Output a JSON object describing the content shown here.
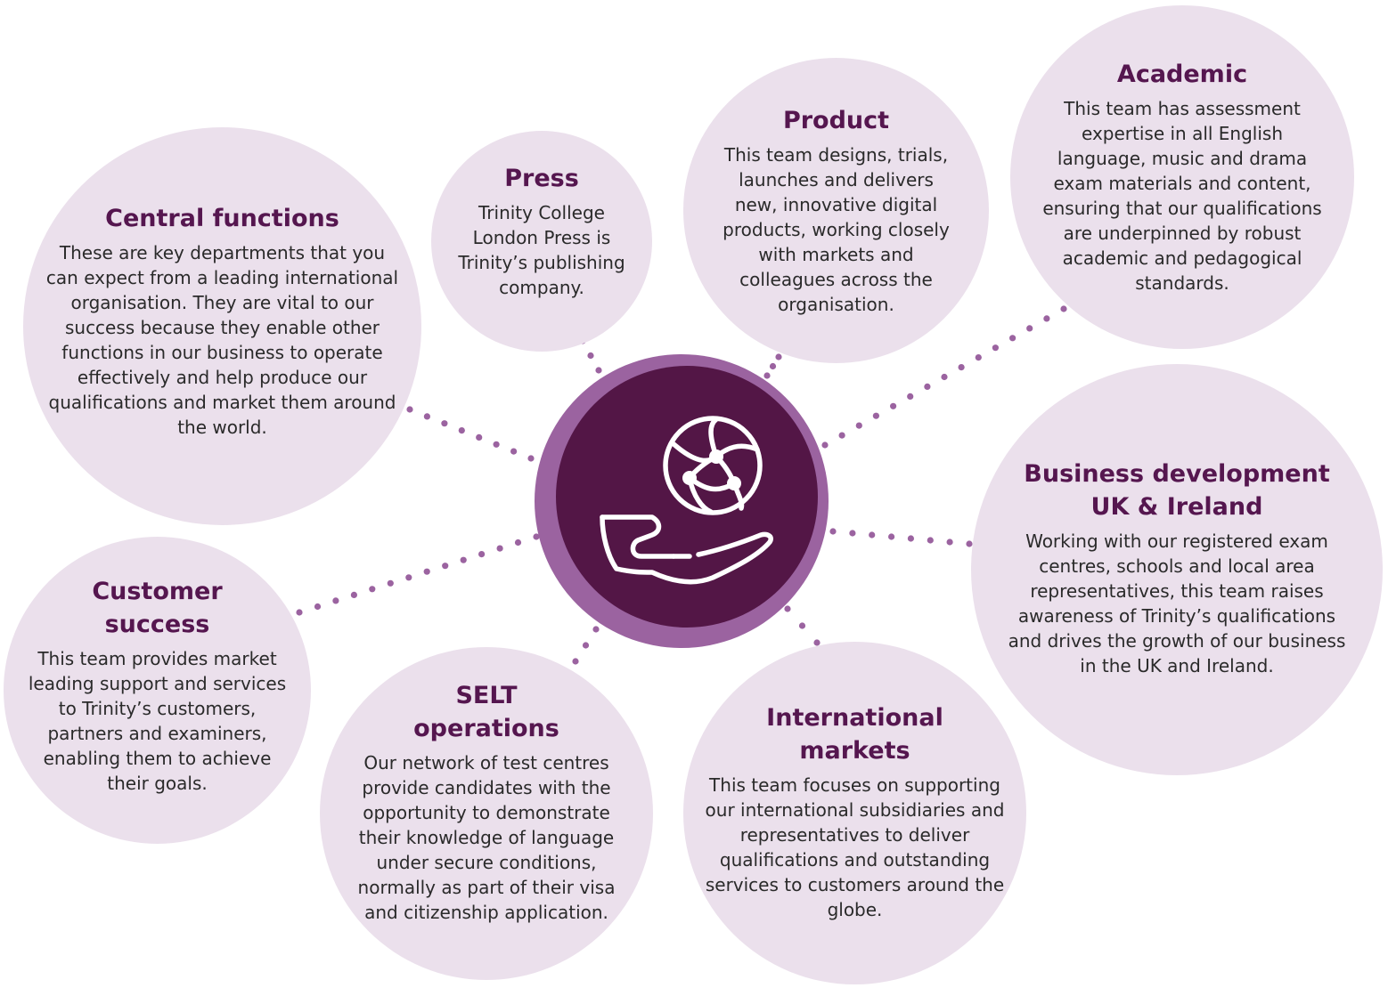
{
  "colors": {
    "bubble_fill": "#ebe0ec",
    "title": "#55164f",
    "hub_ring": "#9b63a0",
    "hub_core": "#531646",
    "dots": "#9b63a0",
    "body_text": "#2a2a2a"
  },
  "hub": {
    "icon": "hand-holding-globe-icon"
  },
  "teams": {
    "central": {
      "title": "Central functions",
      "body": "These are key departments that you can expect from a leading international organisation. They are vital to our success because they enable other functions in our business to operate effectively and help produce our qualifications and market them around the world."
    },
    "press": {
      "title": "Press",
      "body": "Trinity College London Press is Trinity’s publishing company."
    },
    "product": {
      "title": "Product",
      "body": "This team designs, trials, launches and delivers new, innovative digital products, working closely with markets and colleagues across the organisation."
    },
    "academic": {
      "title": "Academic",
      "body": "This team has assessment expertise in all English language, music and drama exam materials and content, ensuring that our qualifications are underpinned by robust academic and pedagogical standards."
    },
    "business": {
      "title": "Business development UK & Ireland",
      "body": "Working with our registered exam centres, schools and local area representatives, this team raises awareness of Trinity’s qualifications and drives the growth of our business in the UK and Ireland."
    },
    "customer": {
      "title": "Customer success",
      "body": "This team provides market leading support and services to Trinity’s customers, partners and examiners, enabling them to achieve their goals."
    },
    "selt": {
      "title": "SELT operations",
      "body": "Our network of test centres provide candidates with the opportunity to demonstrate their knowledge of language under secure conditions, normally as part of their visa and citizenship application."
    },
    "international": {
      "title": "International markets",
      "body": "This team focuses on supporting our international subsidiaries and representatives to deliver qualifications and outstanding services to customers around the globe."
    }
  }
}
